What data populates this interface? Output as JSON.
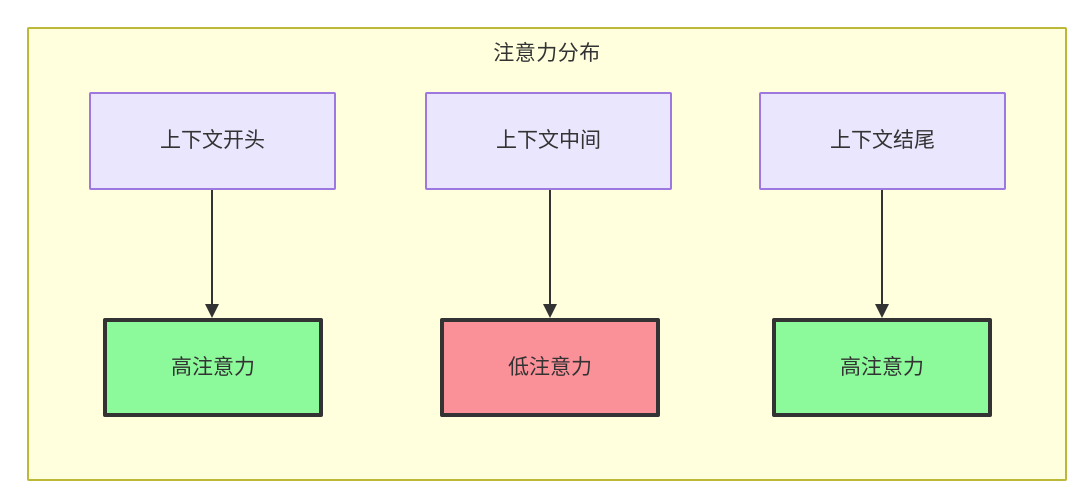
{
  "diagram": {
    "title": "注意力分布",
    "colors": {
      "container_fill": "#ffffdd",
      "container_border": "#bdb938",
      "source_fill": "#e9e6fd",
      "source_border": "#9d78e0",
      "high_attention_fill": "#8cf99a",
      "low_attention_fill": "#fa9098",
      "result_border": "#333333",
      "edge": "#333333",
      "text": "#333333"
    },
    "source_nodes": [
      {
        "id": "context-start",
        "label": "上下文开头"
      },
      {
        "id": "context-middle",
        "label": "上下文中间"
      },
      {
        "id": "context-end",
        "label": "上下文结尾"
      }
    ],
    "result_nodes": [
      {
        "id": "high-attention-start",
        "label": "高注意力",
        "level": "high"
      },
      {
        "id": "low-attention-middle",
        "label": "低注意力",
        "level": "low"
      },
      {
        "id": "high-attention-end",
        "label": "高注意力",
        "level": "high"
      }
    ],
    "edges": [
      {
        "from": "context-start",
        "to": "high-attention-start",
        "label": ""
      },
      {
        "from": "context-middle",
        "to": "low-attention-middle",
        "label": ""
      },
      {
        "from": "context-end",
        "to": "high-attention-end",
        "label": ""
      }
    ]
  }
}
